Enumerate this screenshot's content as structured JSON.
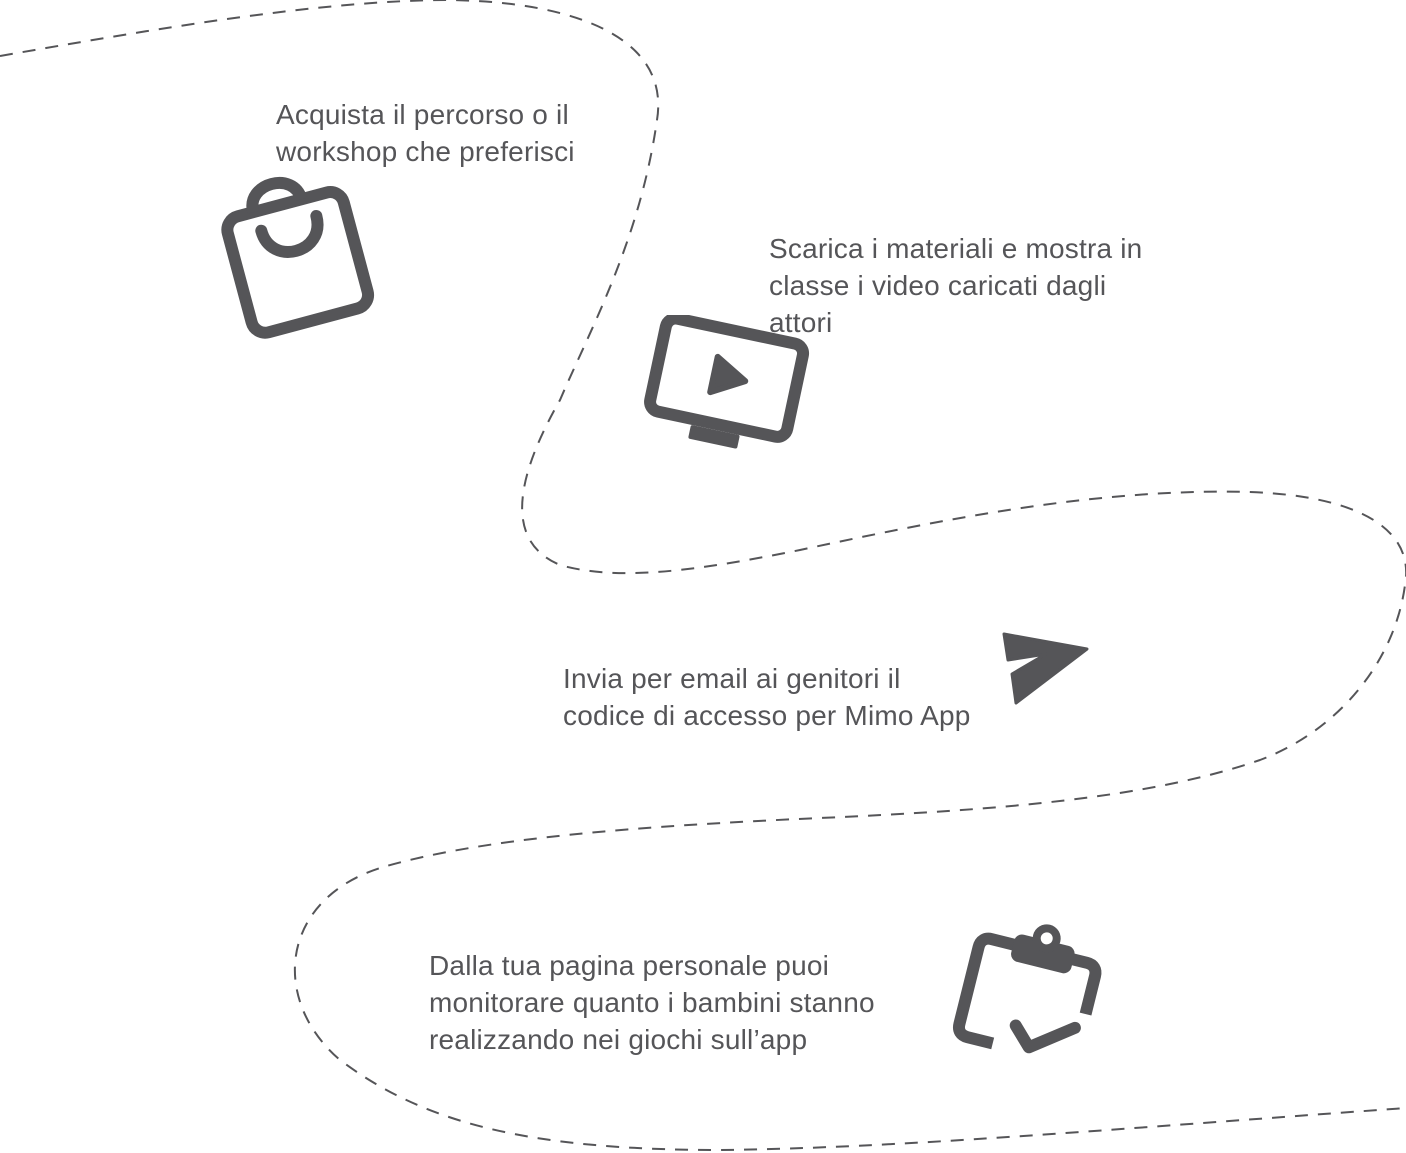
{
  "steps": [
    {
      "id": "purchase",
      "icon": "shopping-bag-icon",
      "lines": [
        "Acquista il percorso o il",
        "workshop che preferisci"
      ]
    },
    {
      "id": "materials",
      "icon": "video-monitor-icon",
      "lines": [
        "Scarica i materiali e mostra in",
        "classe i video caricati dagli",
        "attori"
      ]
    },
    {
      "id": "email",
      "icon": "paper-plane-icon",
      "lines": [
        "Invia per email ai genitori il",
        "codice di accesso per Mimo App"
      ]
    },
    {
      "id": "monitor",
      "icon": "clipboard-check-icon",
      "lines": [
        "Dalla tua pagina personale puoi",
        "monitorare quanto i bambini stanno",
        "realizzando nei giochi sull’app"
      ]
    }
  ],
  "colors": {
    "text": "#555558",
    "icon": "#555558",
    "path": "#555558"
  }
}
